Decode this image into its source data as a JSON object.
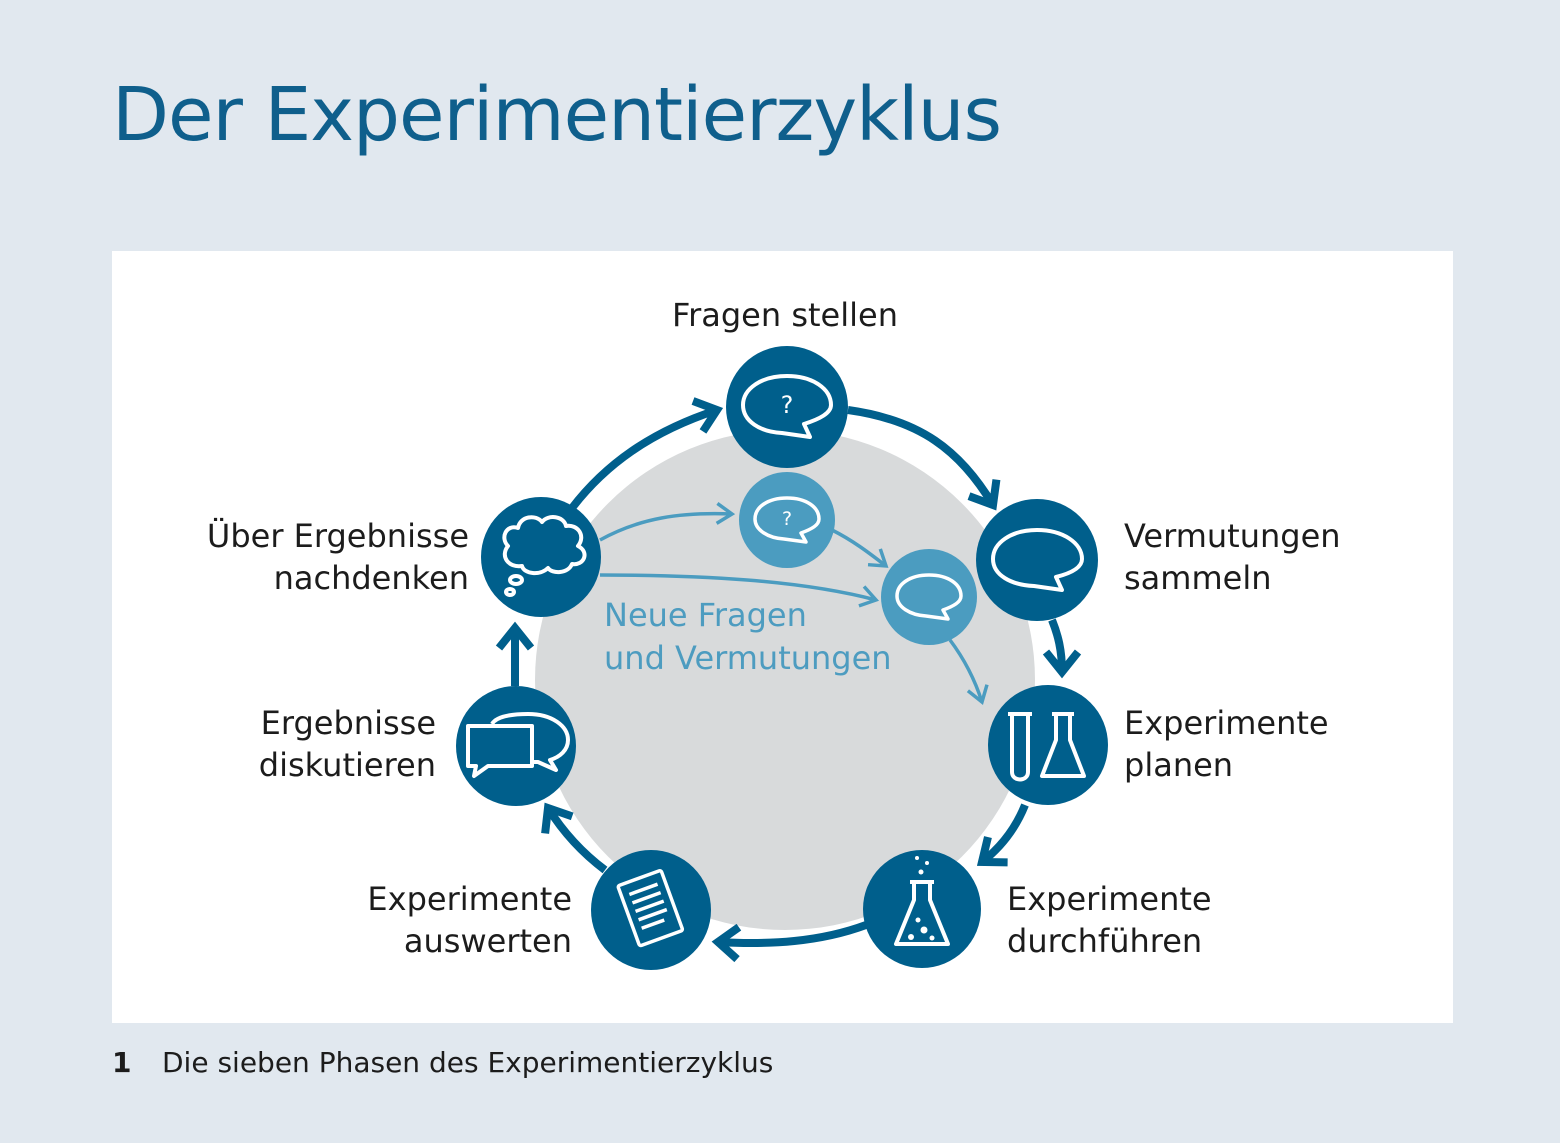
{
  "title": "Der Experimentierzyklus",
  "colors": {
    "dark_blue": "#005f8c",
    "light_blue": "#4b9cc0",
    "gray_disc": "#d8dadb",
    "background": "#e1e8ef"
  },
  "phases": [
    {
      "line1": "Fragen stellen",
      "line2": "",
      "icon": "question-speech-bubble-icon"
    },
    {
      "line1": "Vermutungen",
      "line2": "sammeln",
      "icon": "speech-bubble-icon"
    },
    {
      "line1": "Experimente",
      "line2": "planen",
      "icon": "test-tube-and-flask-icon"
    },
    {
      "line1": "Experimente",
      "line2": "durchführen",
      "icon": "bubbling-flask-icon"
    },
    {
      "line1": "Experimente",
      "line2": "auswerten",
      "icon": "document-icon"
    },
    {
      "line1": "Ergebnisse",
      "line2": "diskutieren",
      "icon": "two-speech-bubbles-icon"
    },
    {
      "line1": "Über Ergebnisse",
      "line2": "nachdenken",
      "icon": "thought-cloud-icon"
    }
  ],
  "inner_cycle": {
    "line1": "Neue Fragen",
    "line2": "und Vermutungen"
  },
  "question_mark": "?",
  "caption": {
    "number": "1",
    "text": "Die sieben Phasen des Experimentierzyklus"
  }
}
